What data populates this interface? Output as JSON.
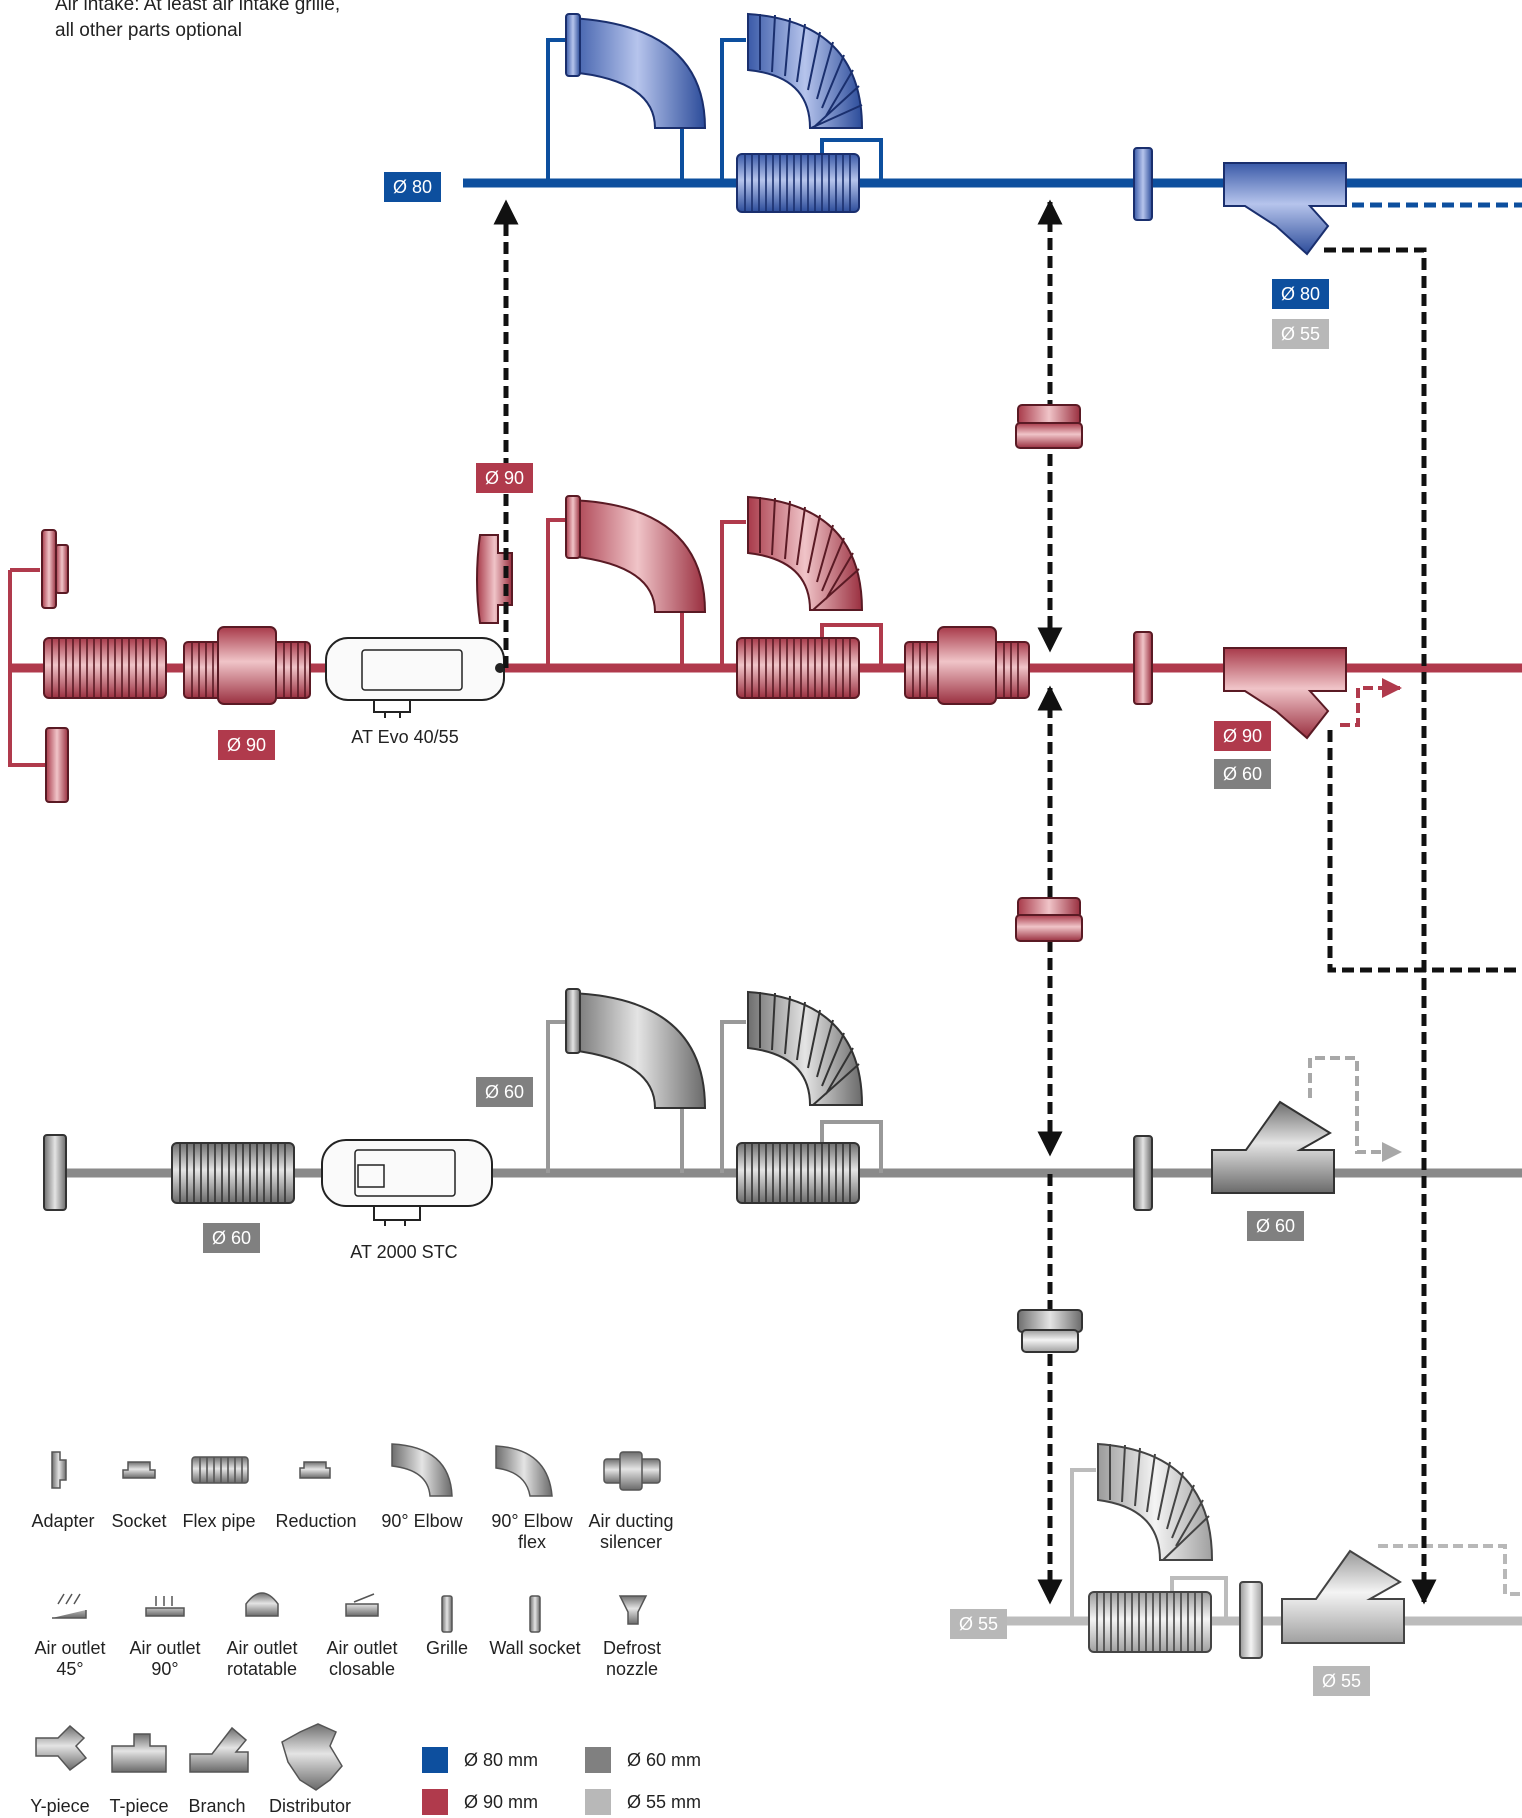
{
  "note": {
    "line1": "Air intake: At least air intake grille,",
    "line2": "all other parts optional"
  },
  "tags": {
    "blue_main": "Ø 80",
    "blue_y1": "Ø 80",
    "blue_y2": "Ø 55",
    "red_adapter": "Ø 90",
    "red_silencer": "Ø 90",
    "red_y1": "Ø 90",
    "red_y2": "Ø 60",
    "dgray_top": "Ø 60",
    "dgray_flex": "Ø 60",
    "dgray_y": "Ø 60",
    "lgray_main": "Ø 55",
    "lgray_y": "Ø 55"
  },
  "heaters": {
    "evo": "AT Evo 40/55",
    "stc": "AT 2000 STC"
  },
  "legend": {
    "row1": [
      {
        "label": "Adapter",
        "icon": "adapter-icon"
      },
      {
        "label": "Socket",
        "icon": "socket-icon"
      },
      {
        "label": "Flex pipe",
        "icon": "flex-pipe-icon"
      },
      {
        "label": "Reduction",
        "icon": "reduction-icon"
      },
      {
        "label": "90° Elbow",
        "icon": "elbow-icon"
      },
      {
        "label": "90° Elbow\nflex",
        "icon": "elbow-flex-icon"
      },
      {
        "label": "Air ducting\nsilencer",
        "icon": "silencer-icon"
      }
    ],
    "row2": [
      {
        "label": "Air outlet\n45°",
        "icon": "air-outlet-45-icon"
      },
      {
        "label": "Air outlet\n90°",
        "icon": "air-outlet-90-icon"
      },
      {
        "label": "Air outlet\nrotatable",
        "icon": "air-outlet-rotatable-icon"
      },
      {
        "label": "Air outlet\nclosable",
        "icon": "air-outlet-closable-icon"
      },
      {
        "label": "Grille",
        "icon": "grille-icon"
      },
      {
        "label": "Wall socket",
        "icon": "wall-socket-icon"
      },
      {
        "label": "Defrost\nnozzle",
        "icon": "defrost-nozzle-icon"
      }
    ],
    "row3": [
      {
        "label": "Y-piece",
        "icon": "y-piece-icon"
      },
      {
        "label": "T-piece",
        "icon": "t-piece-icon"
      },
      {
        "label": "Branch",
        "icon": "branch-icon"
      },
      {
        "label": "Distributor",
        "icon": "distributor-icon"
      }
    ]
  },
  "colors": {
    "blue": "#0d4f9e",
    "red": "#b03a4c",
    "dark_gray": "#808080",
    "light_gray": "#b8b8b8"
  },
  "swatches": [
    {
      "label": "Ø 80 mm",
      "color": "#0d4f9e"
    },
    {
      "label": "Ø 60 mm",
      "color": "#808080"
    },
    {
      "label": "Ø 90 mm",
      "color": "#b03a4c"
    },
    {
      "label": "Ø 55 mm",
      "color": "#b8b8b8"
    }
  ]
}
